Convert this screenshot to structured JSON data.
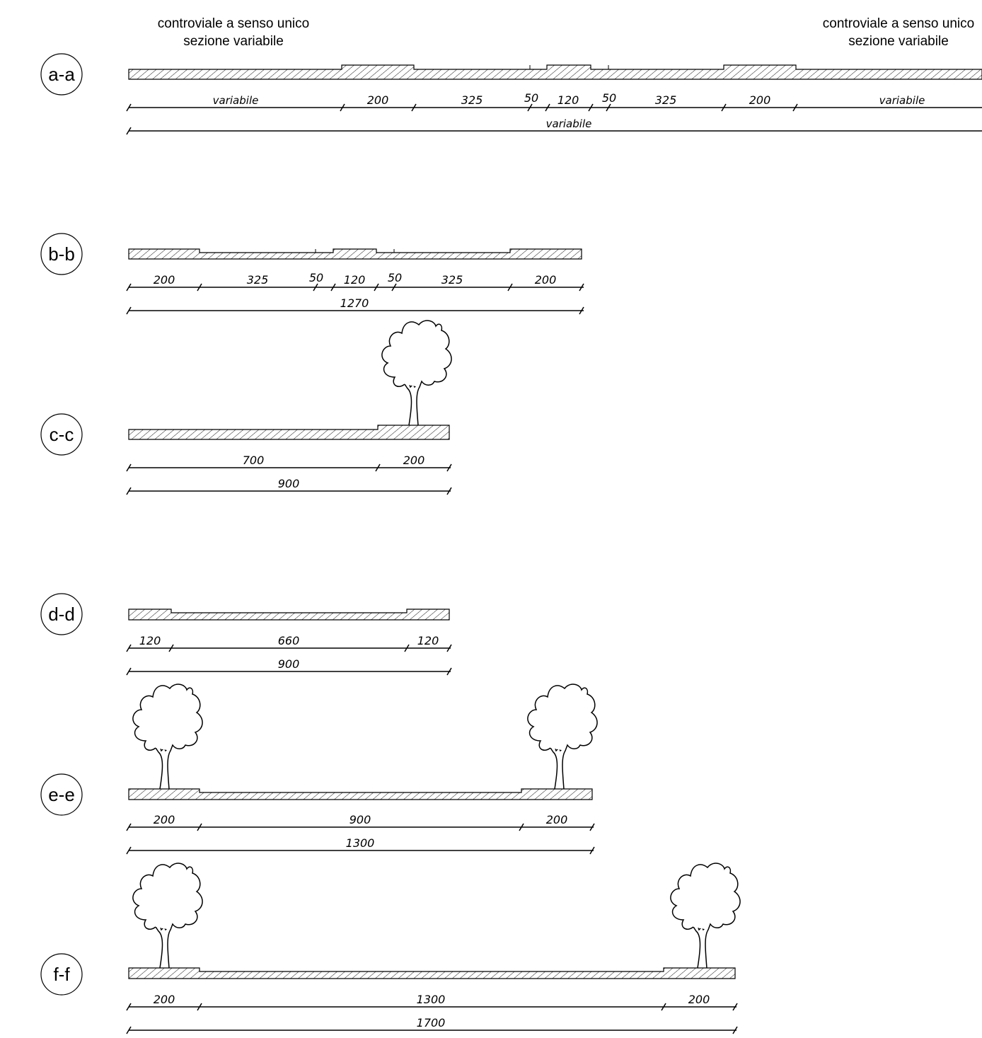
{
  "header": {
    "left_label": [
      "controviale a senso unico",
      "sezione variabile"
    ],
    "right_label": [
      "controviale a senso unico",
      "sezione variabile"
    ]
  },
  "sections": [
    {
      "label": "a-a",
      "dims": [
        "variabile",
        "200",
        "325",
        "50",
        "120",
        "50",
        "325",
        "200",
        "variabile"
      ],
      "total": "variabile"
    },
    {
      "label": "b-b",
      "dims": [
        "200",
        "325",
        "50",
        "120",
        "50",
        "325",
        "200"
      ],
      "total": "1270"
    },
    {
      "label": "c-c",
      "dims": [
        "700",
        "200"
      ],
      "total": "900"
    },
    {
      "label": "d-d",
      "dims": [
        "120",
        "660",
        "120"
      ],
      "total": "900"
    },
    {
      "label": "e-e",
      "dims": [
        "200",
        "900",
        "200"
      ],
      "total": "1300"
    },
    {
      "label": "f-f",
      "dims": [
        "200",
        "1300",
        "200"
      ],
      "total": "1700"
    }
  ]
}
